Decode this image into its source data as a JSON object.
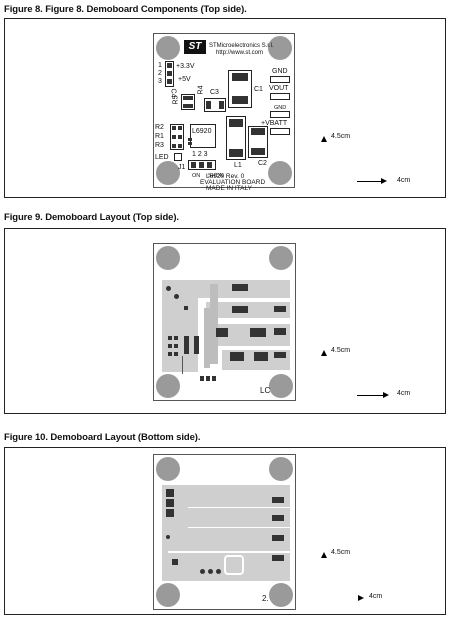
{
  "figures": [
    {
      "caption": "Figure 8. Figure 8. Demoboard Components (Top side)."
    },
    {
      "caption": "Figure 9. Demoboard Layout (Top side)."
    },
    {
      "caption": "Figure 10. Demoboard Layout (Bottom side)."
    }
  ],
  "dimensions": {
    "height_label": "4.5cm",
    "width_label": "4cm"
  },
  "fig8": {
    "logo_text": "ST",
    "company": "STMicroelectronics S.r.l.",
    "url": "http://www.st.com",
    "labels": {
      "n1": "1",
      "n2": "2",
      "n3": "3",
      "v33": "+3.3V",
      "v5": "+5V",
      "c3": "C3",
      "r4": "R4",
      "r5": "R5",
      "c4": "C4",
      "c1": "C1",
      "c2": "C2",
      "l1": "L1",
      "gnd_top": "GND",
      "vout": "VOUT",
      "gnd_mid": "GND",
      "vbatt": "+VBATT",
      "r2": "R2",
      "r1": "R1",
      "r3": "R3",
      "led": "LED",
      "ic": "L6920",
      "j1": "J1",
      "pins": "1 2 3",
      "on": "ON",
      "shdn": "SHDN",
      "rev": "L6920 Rev. 0",
      "eval": "EVALUATION BOARD",
      "made": "MADE IN ITALY"
    }
  },
  "fig9": {
    "corner_label": "LC"
  },
  "fig10": {
    "corner_label": "2."
  }
}
